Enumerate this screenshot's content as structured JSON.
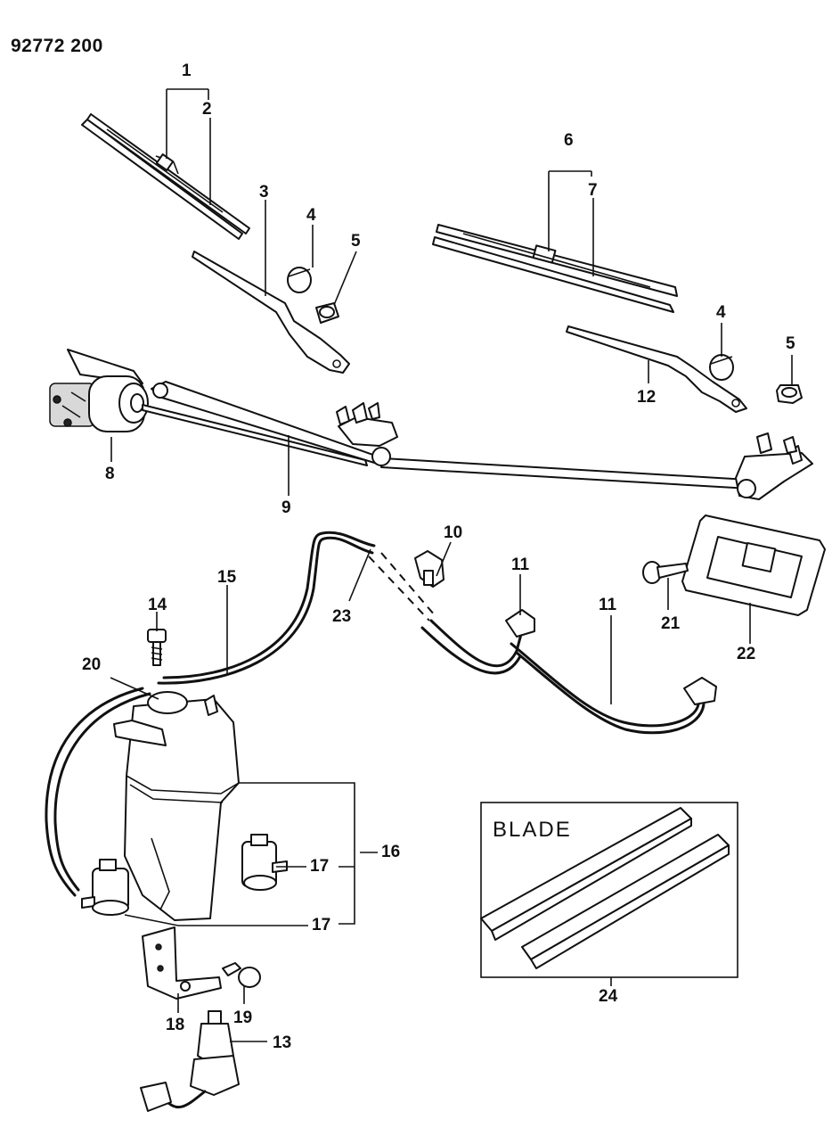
{
  "document": {
    "id": "92772 200"
  },
  "inset": {
    "title": "BLADE"
  },
  "callouts": {
    "c1": "1",
    "c2": "2",
    "c3": "3",
    "c4a": "4",
    "c4b": "4",
    "c5a": "5",
    "c5b": "5",
    "c6": "6",
    "c7": "7",
    "c8": "8",
    "c9": "9",
    "c10": "10",
    "c11a": "11",
    "c11b": "11",
    "c12": "12",
    "c13": "13",
    "c14": "14",
    "c15": "15",
    "c16": "16",
    "c17a": "17",
    "c17b": "17",
    "c18": "18",
    "c19": "19",
    "c20": "20",
    "c21": "21",
    "c22": "22",
    "c23": "23",
    "c24": "24"
  }
}
